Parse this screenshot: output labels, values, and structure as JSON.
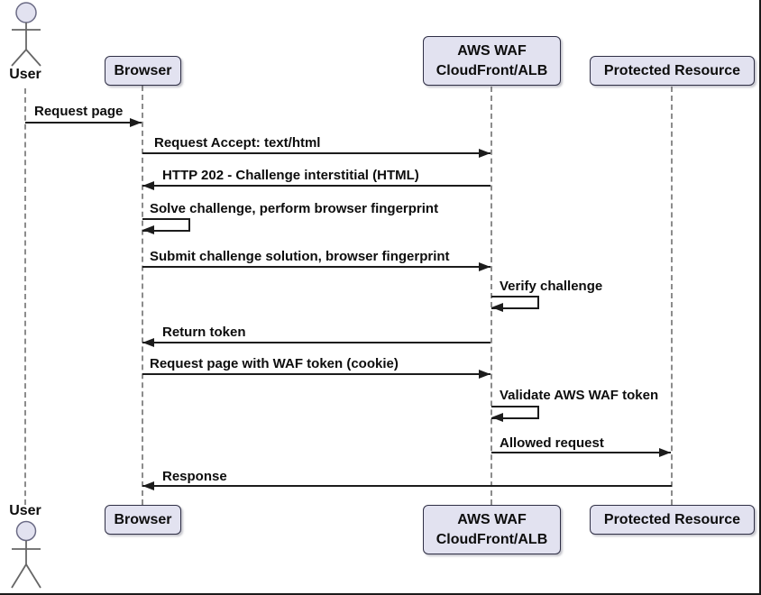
{
  "diagram_type": "uml-sequence",
  "colors": {
    "background": "#ffffff",
    "participant_fill": "#E2E2F0",
    "participant_border": "#2f2f45",
    "lifeline": "#8c8c8c",
    "arrow": "#1c1c1c",
    "text": "#0d0d0d",
    "frame": "#1b1b1b"
  },
  "participants": {
    "user": {
      "label": "User",
      "kind": "actor"
    },
    "browser": {
      "label": "Browser",
      "kind": "participant"
    },
    "waf": {
      "line1": "AWS WAF",
      "line2": "CloudFront/ALB",
      "kind": "participant"
    },
    "resource": {
      "label": "Protected Resource",
      "kind": "participant"
    }
  },
  "messages": [
    {
      "from": "user",
      "to": "browser",
      "kind": "sync",
      "label": "Request page"
    },
    {
      "from": "browser",
      "to": "waf",
      "kind": "sync",
      "label": "Request Accept: text/html"
    },
    {
      "from": "waf",
      "to": "browser",
      "kind": "return",
      "label": "HTTP 202 - Challenge interstitial (HTML)"
    },
    {
      "from": "browser",
      "to": "browser",
      "kind": "self",
      "label": "Solve challenge, perform browser fingerprint"
    },
    {
      "from": "browser",
      "to": "waf",
      "kind": "sync",
      "label": "Submit challenge solution, browser fingerprint"
    },
    {
      "from": "waf",
      "to": "waf",
      "kind": "self",
      "label": "Verify challenge"
    },
    {
      "from": "waf",
      "to": "browser",
      "kind": "return",
      "label": "Return token"
    },
    {
      "from": "browser",
      "to": "waf",
      "kind": "sync",
      "label": "Request page with WAF token (cookie)"
    },
    {
      "from": "waf",
      "to": "waf",
      "kind": "self",
      "label": "Validate AWS WAF token"
    },
    {
      "from": "waf",
      "to": "resource",
      "kind": "sync",
      "label": "Allowed request"
    },
    {
      "from": "resource",
      "to": "browser",
      "kind": "return",
      "label": "Response"
    }
  ]
}
